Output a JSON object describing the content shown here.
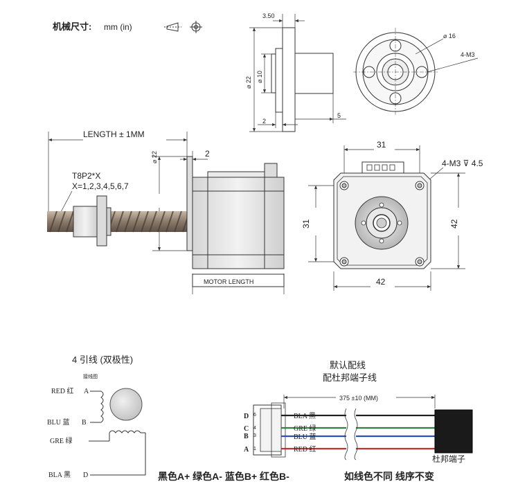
{
  "header": {
    "title": "机械尺寸:",
    "units": "mm  (in)"
  },
  "flange_drawing": {
    "dim_top": "3.50",
    "dim_outer": "⌀ 22",
    "dim_inner": "⌀ 10",
    "dim_bottom_left": "2",
    "dim_bottom_right": "5"
  },
  "flange_front": {
    "dim_dia": "⌀ 16",
    "dim_holes": "4-M3"
  },
  "motor_side": {
    "length_label": "LENGTH ± 1MM",
    "screw_spec_line1": "T8P2*X",
    "screw_spec_line2": "X=1,2,3,4,5,6,7",
    "dim_boss": "⌀ 22",
    "dim_step": "2",
    "motor_length": "MOTOR  LENGTH"
  },
  "motor_front": {
    "dim_hole_spacing_top": "31",
    "dim_hole_spacing_left": "31",
    "dim_width": "42",
    "dim_height": "42",
    "hole_spec": "4-M3 ⊽ 4.5"
  },
  "wiring_schematic": {
    "title": "4 引线 (双极性)",
    "subtitle": "接线图",
    "leads": [
      {
        "label": "RED  红",
        "terminal": "A"
      },
      {
        "label": "BLU  蓝",
        "terminal": "B"
      },
      {
        "label": "GRE  绿",
        "terminal": ""
      },
      {
        "label": "BLA  黑",
        "terminal": "D"
      }
    ]
  },
  "connector": {
    "title_line1": "默认配线",
    "title_line2": "配杜邦端子线",
    "cable_length": "375 ±10 (MM)",
    "pins": [
      {
        "letter": "D",
        "number": "6",
        "wire": "BLA 黑"
      },
      {
        "letter": "C",
        "number": "4",
        "wire": "GRE 绿"
      },
      {
        "letter": "B",
        "number": "3",
        "wire": "BLU 蓝"
      },
      {
        "letter": "A",
        "number": "1",
        "wire": "RED 红"
      }
    ],
    "terminal_label": "杜邦端子"
  },
  "footer": {
    "phase_map": "黑色A+  绿色A-  蓝色B+  红色B-",
    "note": "如线色不同 线序不变"
  },
  "colors": {
    "line": "#333333",
    "motor_body": "#e6e6e6",
    "motor_dark": "#9a9a9a",
    "screw": "#8a7a6a",
    "terminal_block": "#1a1a1a",
    "wire_red": "#c03030",
    "wire_blue": "#3050b0",
    "wire_green": "#308040",
    "wire_black": "#202020"
  }
}
